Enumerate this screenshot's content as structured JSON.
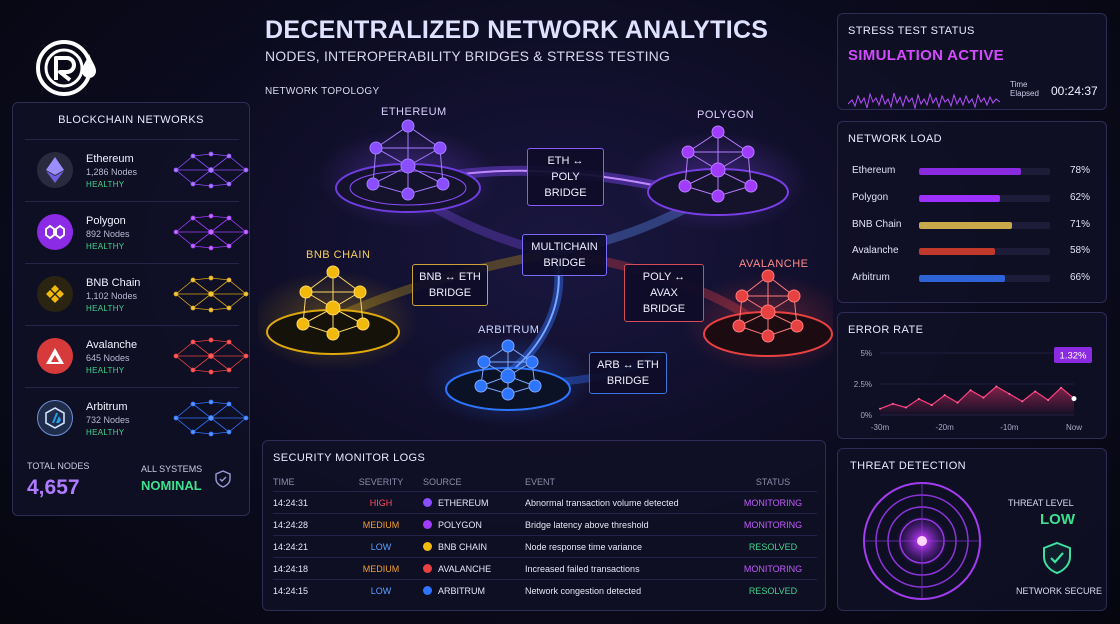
{
  "header": {
    "title": "DECENTRALIZED NETWORK ANALYTICS",
    "subtitle": "NODES, INTEROPERABILITY BRIDGES & STRESS TESTING"
  },
  "colors": {
    "ethereum": "#8a4dff",
    "polygon": "#a13cff",
    "bnb": "#f0b90b",
    "avalanche": "#e84142",
    "arbitrum": "#2d74ff",
    "healthy": "#3ed38c",
    "accent": "#b07cff"
  },
  "sidebar": {
    "title": "BLOCKCHAIN NETWORKS",
    "chains": [
      {
        "name": "Ethereum",
        "nodes": "1,286 Nodes",
        "status": "HEALTHY",
        "icon": "ethereum-icon"
      },
      {
        "name": "Polygon",
        "nodes": "892 Nodes",
        "status": "HEALTHY",
        "icon": "polygon-icon"
      },
      {
        "name": "BNB Chain",
        "nodes": "1,102 Nodes",
        "status": "HEALTHY",
        "icon": "bnb-icon"
      },
      {
        "name": "Avalanche",
        "nodes": "645 Nodes",
        "status": "HEALTHY",
        "icon": "avalanche-icon"
      },
      {
        "name": "Arbitrum",
        "nodes": "732 Nodes",
        "status": "HEALTHY",
        "icon": "arbitrum-icon"
      }
    ],
    "total_label": "TOTAL NODES",
    "total_value": "4,657",
    "systems_label": "ALL SYSTEMS",
    "systems_value": "NOMINAL"
  },
  "topology": {
    "label": "NETWORK TOPOLOGY",
    "networks": {
      "ethereum": "ETHEREUM",
      "polygon": "POLYGON",
      "bnb": "BNB CHAIN",
      "avalanche": "AVALANCHE",
      "arbitrum": "ARBITRUM"
    },
    "bridges": {
      "eth_poly": [
        "ETH ↔ POLY",
        "BRIDGE"
      ],
      "multichain": [
        "MULTICHAIN",
        "BRIDGE"
      ],
      "bnb_eth": [
        "BNB ↔ ETH",
        "BRIDGE"
      ],
      "poly_avax": [
        "POLY ↔ AVAX",
        "BRIDGE"
      ],
      "arb_eth": [
        "ARB ↔ ETH",
        "BRIDGE"
      ]
    }
  },
  "logs": {
    "title": "SECURITY MONITOR LOGS",
    "headers": [
      "TIME",
      "SEVERITY",
      "SOURCE",
      "EVENT",
      "STATUS"
    ],
    "rows": [
      {
        "time": "14:24:31",
        "severity": "HIGH",
        "source": "ETHEREUM",
        "event": "Abnormal transaction volume detected",
        "status": "MONITORING"
      },
      {
        "time": "14:24:28",
        "severity": "MEDIUM",
        "source": "POLYGON",
        "event": "Bridge latency above threshold",
        "status": "MONITORING"
      },
      {
        "time": "14:24:21",
        "severity": "LOW",
        "source": "BNB CHAIN",
        "event": "Node response time variance",
        "status": "RESOLVED"
      },
      {
        "time": "14:24:18",
        "severity": "MEDIUM",
        "source": "AVALANCHE",
        "event": "Increased failed transactions",
        "status": "MONITORING"
      },
      {
        "time": "14:24:15",
        "severity": "LOW",
        "source": "ARBITRUM",
        "event": "Network congestion detected",
        "status": "RESOLVED"
      }
    ]
  },
  "stress": {
    "title": "STRESS TEST STATUS",
    "value": "SIMULATION ACTIVE",
    "time_label_1": "Time",
    "time_label_2": "Elapsed",
    "time_value": "00:24:37"
  },
  "load": {
    "title": "NETWORK LOAD",
    "rows": [
      {
        "name": "Ethereum",
        "value": 78,
        "pct": "78%",
        "color": "#8a2be2"
      },
      {
        "name": "Polygon",
        "value": 62,
        "pct": "62%",
        "color": "#9b30ff"
      },
      {
        "name": "BNB Chain",
        "value": 71,
        "pct": "71%",
        "color": "#c9a94a"
      },
      {
        "name": "Avalanche",
        "value": 58,
        "pct": "58%",
        "color": "#c0392b"
      },
      {
        "name": "Arbitrum",
        "value": 66,
        "pct": "66%",
        "color": "#2d63d6"
      }
    ]
  },
  "chart_data": {
    "type": "area",
    "title": "ERROR RATE",
    "x_ticks": [
      "-30m",
      "-20m",
      "-10m",
      "Now"
    ],
    "y_ticks": [
      "5%",
      "2.5%",
      "0%"
    ],
    "ylim": [
      0,
      5
    ],
    "x": [
      -30,
      -28,
      -26,
      -24,
      -22,
      -20,
      -18,
      -16,
      -14,
      -12,
      -10,
      -8,
      -6,
      -4,
      -2,
      0
    ],
    "values": [
      0.5,
      0.9,
      0.6,
      1.3,
      0.8,
      1.6,
      1.0,
      2.0,
      1.4,
      2.3,
      1.7,
      1.1,
      1.9,
      1.2,
      2.2,
      1.32
    ],
    "callout": "1.32%"
  },
  "threat": {
    "title": "THREAT DETECTION",
    "level_label": "THREAT LEVEL",
    "level_value": "LOW",
    "secure_label": "NETWORK SECURE"
  }
}
